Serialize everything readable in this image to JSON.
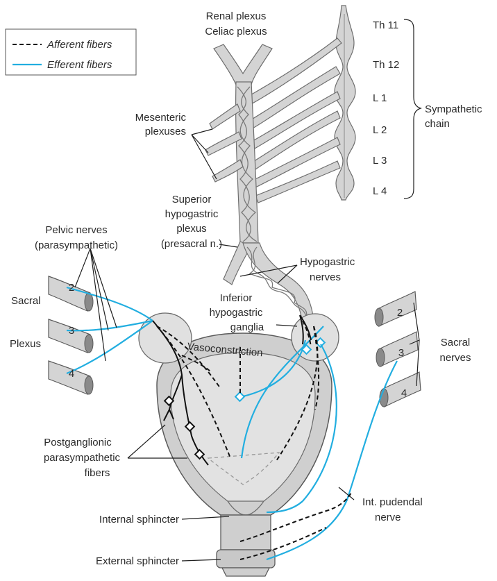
{
  "legend": {
    "afferent_label": "Afferent fibers",
    "efferent_label": "Efferent fibers",
    "afferent_color": "#111111",
    "efferent_color": "#22aee0"
  },
  "labels": {
    "renal_plexus": "Renal plexus",
    "celiac_plexus": "Celiac plexus",
    "mesenteric_1": "Mesenteric",
    "mesenteric_2": "plexuses",
    "superior_1": "Superior",
    "superior_2": "hypogastric",
    "superior_3": "plexus",
    "superior_4": "(presacral n.)",
    "pelvic_1": "Pelvic nerves",
    "pelvic_2": "(parasympathetic)",
    "hypogastric_1": "Hypogastric",
    "hypogastric_2": "nerves",
    "inferior_1": "Inferior",
    "inferior_2": "hypogastric",
    "inferior_3": "ganglia",
    "vasoconstriction": "Vasoconstriction",
    "sacral_left": "Sacral",
    "plexus_left": "Plexus",
    "sacral_right_1": "Sacral",
    "sacral_right_2": "nerves",
    "postganglionic_1": "Postganglionic",
    "postganglionic_2": "parasympathetic",
    "postganglionic_3": "fibers",
    "internal_sphincter": "Internal sphincter",
    "external_sphincter": "External sphincter",
    "pudendal_1": "Int. pudendal",
    "pudendal_2": "nerve",
    "sympathetic_1": "Sympathetic",
    "sympathetic_2": "chain"
  },
  "vertebral_levels": [
    "Th 11",
    "Th 12",
    "L 1",
    "L 2",
    "L 3",
    "L 4"
  ],
  "sacral_left_numbers": [
    "2",
    "3",
    "4"
  ],
  "sacral_right_numbers": [
    "2",
    "3",
    "4"
  ]
}
